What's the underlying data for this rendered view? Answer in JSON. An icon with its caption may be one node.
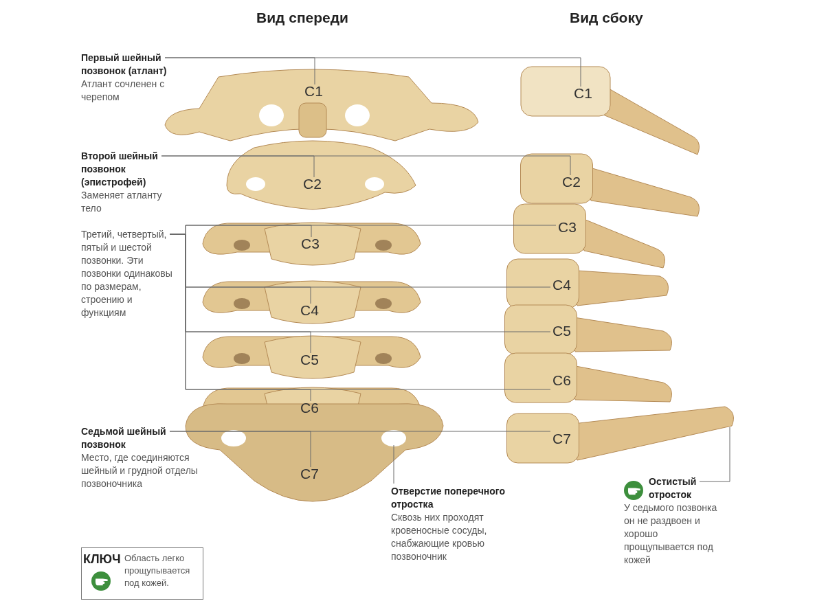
{
  "diagram": {
    "nodes": [
      {
        "text": [
          "Первый шейный позвонок (атлант)",
          "Атлант сочленен с черепом"
        ]
      },
      {
        "text": [
          "C1"
        ]
      },
      {
        "text": [
          "C1"
        ]
      },
      {
        "text": [
          "Второй шейный позвонок (эпистрофей)",
          "Заменяет атланту тело"
        ]
      },
      {
        "text": [
          "C2"
        ]
      },
      {
        "text": [
          "C2"
        ]
      },
      {
        "text": [
          "Третий, четвертый, пятый и шестой позвонки. Эти позвонки одинаковы по размерам, строению и функциям"
        ]
      },
      {
        "text": [
          "C3"
        ]
      },
      {
        "text": [
          "C3"
        ]
      },
      {
        "text": [
          "C4"
        ]
      },
      {
        "text": [
          "C4"
        ]
      },
      {
        "text": [
          "C5"
        ]
      },
      {
        "text": [
          "C5"
        ]
      },
      {
        "text": [
          "C6"
        ]
      },
      {
        "text": [
          "C6"
        ]
      },
      {
        "text": [
          "Седьмой шейный позвонок",
          "Место, где соединяются шейный и грудной отделы позвоночника"
        ]
      },
      {
        "text": [
          "C7"
        ]
      },
      {
        "text": [
          "C7"
        ]
      },
      {
        "text": [
          "Отверстие поперечного отростка",
          "Сквозь них проходят кровеносные сосуды, снабжающие кровью позвоночник"
        ]
      },
      {
        "text": [
          "Остистый отросток",
          "У седьмого позвонка он не раздвоен и хорошо прощупывается под кожей"
        ]
      }
    ],
    "edges": [
      {
        "from": 0,
        "to": 1,
        "arrow": "none"
      },
      {
        "from": 0,
        "to": 2,
        "arrow": "none"
      },
      {
        "from": 3,
        "to": 4,
        "arrow": "none"
      },
      {
        "from": 3,
        "to": 5,
        "arrow": "none"
      },
      {
        "from": 6,
        "to": 7,
        "arrow": "none"
      },
      {
        "from": 6,
        "to": 8,
        "arrow": "none"
      },
      {
        "from": 6,
        "to": 9,
        "arrow": "none"
      },
      {
        "from": 6,
        "to": 10,
        "arrow": "none"
      },
      {
        "from": 6,
        "to": 11,
        "arrow": "none"
      },
      {
        "from": 6,
        "to": 12,
        "arrow": "none"
      },
      {
        "from": 6,
        "to": 13,
        "arrow": "none"
      },
      {
        "from": 6,
        "to": 14,
        "arrow": "none"
      },
      {
        "from": 15,
        "to": 16,
        "arrow": "none"
      },
      {
        "from": 15,
        "to": 17,
        "arrow": "none"
      },
      {
        "from": 18,
        "to": null,
        "arrow": "none"
      },
      {
        "from": 19,
        "to": null,
        "arrow": "none"
      }
    ],
    "labels": [
      "Вид спереди",
      "Вид сбоку",
      "КЛЮЧ"
    ],
    "legend": [
      {
        "text": "Область легко прощупывается под кожей."
      }
    ]
  }
}
